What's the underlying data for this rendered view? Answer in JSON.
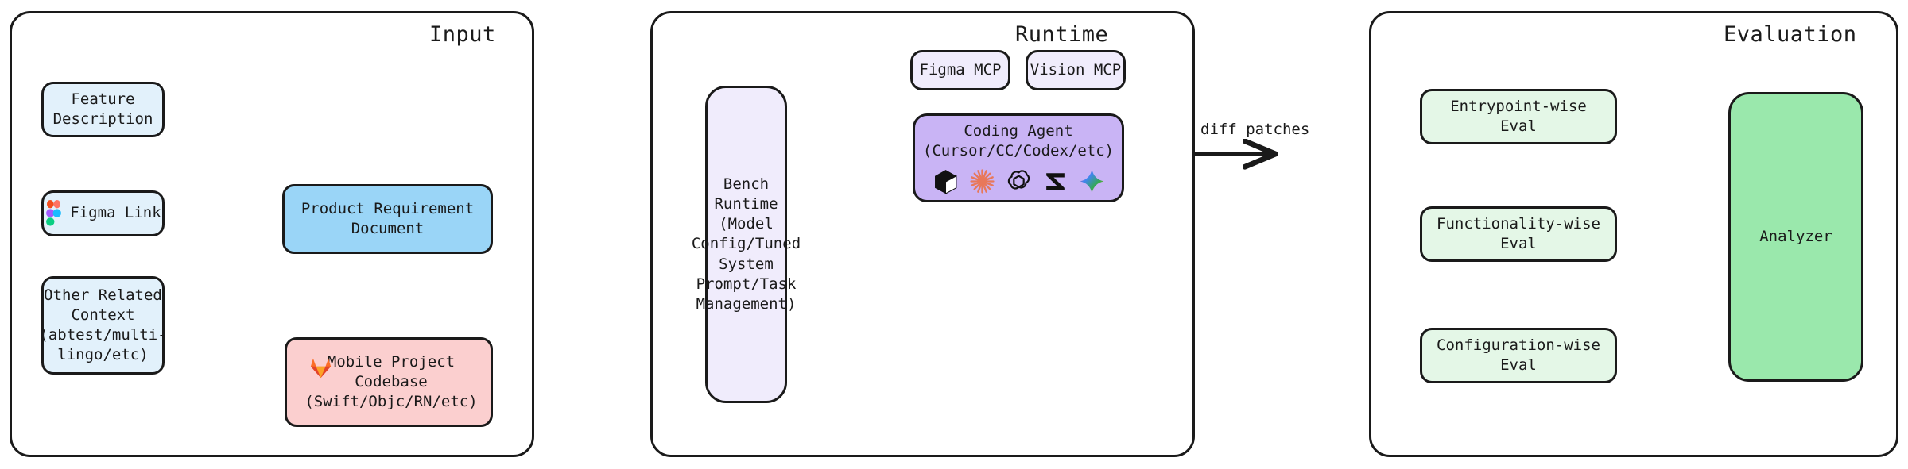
{
  "diagram": {
    "title_font_color": "#1a1a1a",
    "panels": [
      {
        "id": "input",
        "title": "Input"
      },
      {
        "id": "runtime",
        "title": "Runtime"
      },
      {
        "id": "evaluation",
        "title": "Evaluation"
      }
    ],
    "edge_labels": [
      {
        "id": "diff-patches",
        "text": "diff patches"
      }
    ],
    "nodes": {
      "feature_description": {
        "label": "Feature\nDescription",
        "color": "#e2f1fb"
      },
      "figma_link": {
        "label": "Figma Link",
        "color": "#e2f1fb",
        "icon": "figma-icon"
      },
      "other_related_context": {
        "label": "Other Related\nContext\n(abtest/multi-\nlingo/etc)",
        "color": "#e2f1fb"
      },
      "product_requirement_document": {
        "label": "Product Requirement\nDocument",
        "color": "#9ad5f7"
      },
      "mobile_project_codebase": {
        "label": "Mobile Project\nCodebase\n(Swift/Objc/RN/etc)",
        "color": "#fbcfcf",
        "icon": "gitlab-fox-icon"
      },
      "bench_runtime": {
        "label": "Bench Runtime\n(Model\nConfig/Tuned\nSystem\nPrompt/Task\nManagement)",
        "color": "#f0ecfc"
      },
      "figma_mcp": {
        "label": "Figma MCP",
        "color": "#f0ecfc"
      },
      "vision_mcp": {
        "label": "Vision MCP",
        "color": "#f0ecfc"
      },
      "coding_agent": {
        "label": "Coding Agent\n(Cursor/CC/Codex/etc)",
        "color": "#c9b4f5",
        "logos": [
          "cursor-icon",
          "claude-icon",
          "openai-icon",
          "zed-icon",
          "gemini-icon"
        ]
      },
      "entrypoint_wise_eval": {
        "label": "Entrypoint-wise\nEval",
        "color": "#e4f7e7"
      },
      "functionality_wise_eval": {
        "label": "Functionality-wise\nEval",
        "color": "#e4f7e7"
      },
      "configuration_wise_eval": {
        "label": "Configuration-wise\nEval",
        "color": "#e4f7e7"
      },
      "analyzer": {
        "label": "Analyzer",
        "color": "#9ae8ac"
      }
    }
  }
}
